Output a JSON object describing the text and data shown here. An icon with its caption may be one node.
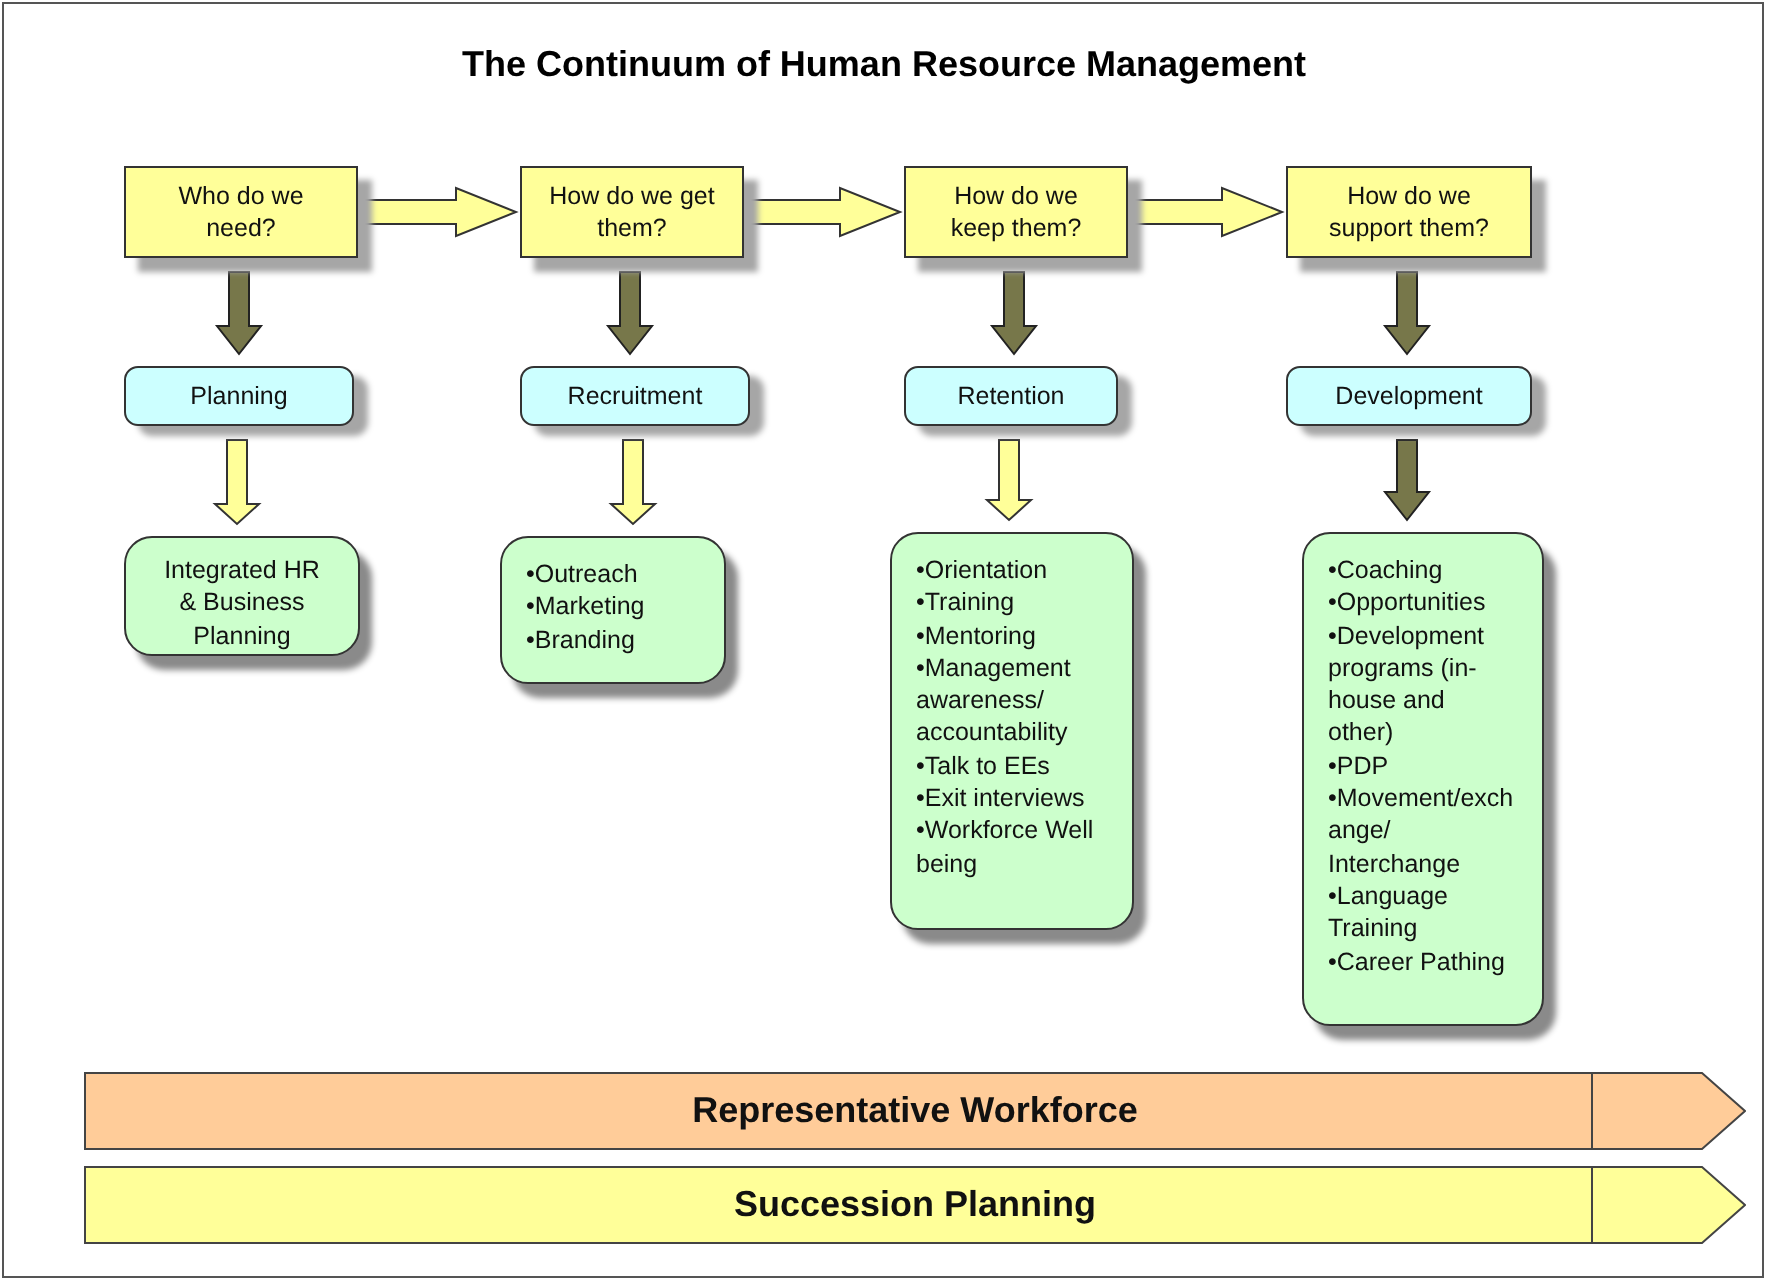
{
  "diagram": {
    "title": "The Continuum of Human Resource Management",
    "nodes": [
      {
        "text": [
          "Who do we need?"
        ]
      },
      {
        "text": [
          "How do we get them?"
        ]
      },
      {
        "text": [
          "How do we keep them?"
        ]
      },
      {
        "text": [
          "How do we support them?"
        ]
      },
      {
        "text": [
          "Planning"
        ]
      },
      {
        "text": [
          "Recruitment"
        ]
      },
      {
        "text": [
          "Retention"
        ]
      },
      {
        "text": [
          "Development"
        ]
      },
      {
        "text": [
          "Integrated HR & Business Planning"
        ]
      },
      {
        "text": [
          "•Outreach",
          "•Marketing",
          "•Branding"
        ]
      },
      {
        "text": [
          "•Orientation",
          "•Training",
          "•Mentoring",
          "•Management awareness/ accountability",
          "•Talk to EEs",
          "•Exit interviews",
          "•Workforce Well being"
        ]
      },
      {
        "text": [
          "•Coaching",
          "•Opportunities",
          "•Development programs (in-house and other)",
          "•PDP",
          "•Movement/exchange/ Interchange",
          "•Language Training",
          "•Career Pathing"
        ]
      },
      {
        "text": [
          "Representative Workforce"
        ]
      },
      {
        "text": [
          "Succession Planning"
        ]
      }
    ],
    "edges": [
      {
        "from": 0,
        "to": 1,
        "arrow": "to",
        "color": "#ffff99"
      },
      {
        "from": 1,
        "to": 2,
        "arrow": "to",
        "color": "#ffff99"
      },
      {
        "from": 2,
        "to": 3,
        "arrow": "to",
        "color": "#ffff99"
      },
      {
        "from": 0,
        "to": 4,
        "arrow": "to",
        "color": "#77774a"
      },
      {
        "from": 1,
        "to": 5,
        "arrow": "to",
        "color": "#77774a"
      },
      {
        "from": 2,
        "to": 6,
        "arrow": "to",
        "color": "#77774a"
      },
      {
        "from": 3,
        "to": 7,
        "arrow": "to",
        "color": "#77774a"
      },
      {
        "from": 4,
        "to": 8,
        "arrow": "to",
        "color": "#ffff99"
      },
      {
        "from": 5,
        "to": 9,
        "arrow": "to",
        "color": "#ffff99"
      },
      {
        "from": 6,
        "to": 10,
        "arrow": "to",
        "color": "#ffff99"
      },
      {
        "from": 7,
        "to": 11,
        "arrow": "to",
        "color": "#77774a"
      }
    ]
  }
}
